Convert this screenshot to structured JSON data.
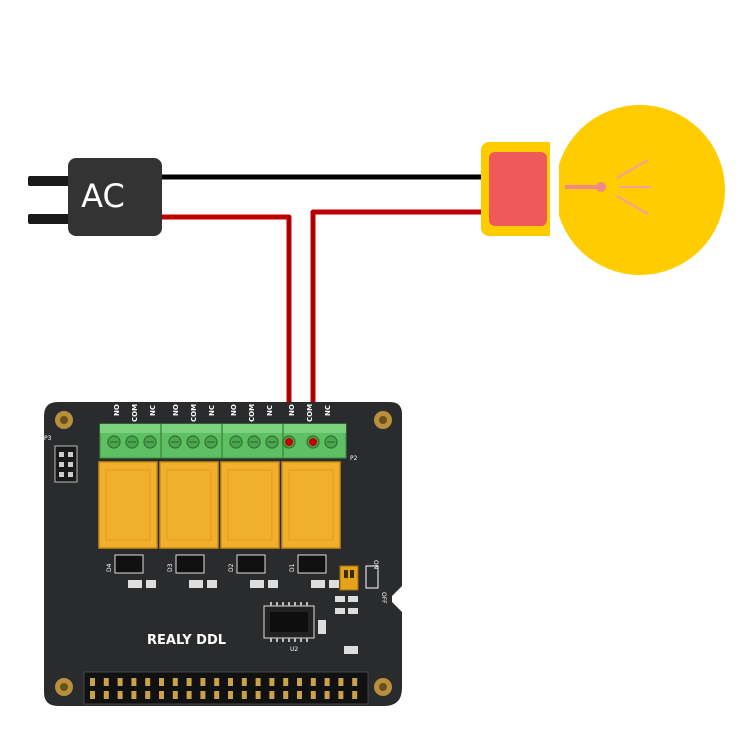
{
  "plug": {
    "label": "AC"
  },
  "board": {
    "name": "REALY DDL",
    "terminal_labels": [
      "NO",
      "COM",
      "NC",
      "NO",
      "COM",
      "NC",
      "NO",
      "COM",
      "NC",
      "NO",
      "COM",
      "NC"
    ],
    "silkscreen": {
      "p3": "P3",
      "p2": "P2",
      "u2": "U2",
      "d4": "D4",
      "d3": "D3",
      "d2": "D2",
      "d1": "D1",
      "switch_on": "ON",
      "switch_off": "OFF"
    }
  },
  "colors": {
    "wire_black": "#000000",
    "wire_red": "#c00000",
    "plug_body": "#333333",
    "bulb": "#ffcc00",
    "bulb_base": "#ee5a5a",
    "filament": "#f08a8a",
    "pcb": "#2a2b2d",
    "terminal": "#5fbf63",
    "relay": "#f1b02b",
    "switch": "#e6a21b"
  }
}
